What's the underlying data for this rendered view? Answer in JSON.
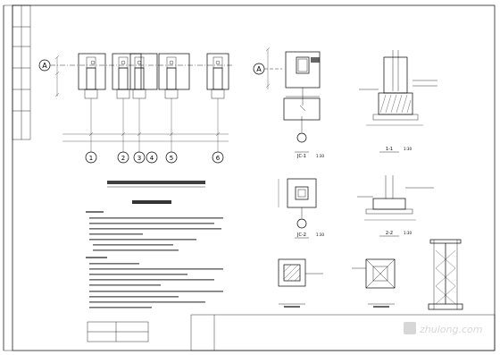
{
  "plan": {
    "axis_row": "A",
    "axis_columns": [
      "1",
      "2",
      "3",
      "4",
      "5",
      "6"
    ]
  },
  "sections": {
    "left_column_axis": "A",
    "details": [
      {
        "label": "JC-1",
        "scale": "1:30"
      },
      {
        "label": "1-1",
        "scale": "1:30"
      },
      {
        "label": "JC-2",
        "scale": "1:30"
      },
      {
        "label": "2-2",
        "scale": "1:30"
      }
    ]
  },
  "watermark": {
    "text": "zhulong.com"
  },
  "colors": {
    "line": "#000000",
    "background": "#ffffff",
    "watermark": "#d7d7d7"
  }
}
